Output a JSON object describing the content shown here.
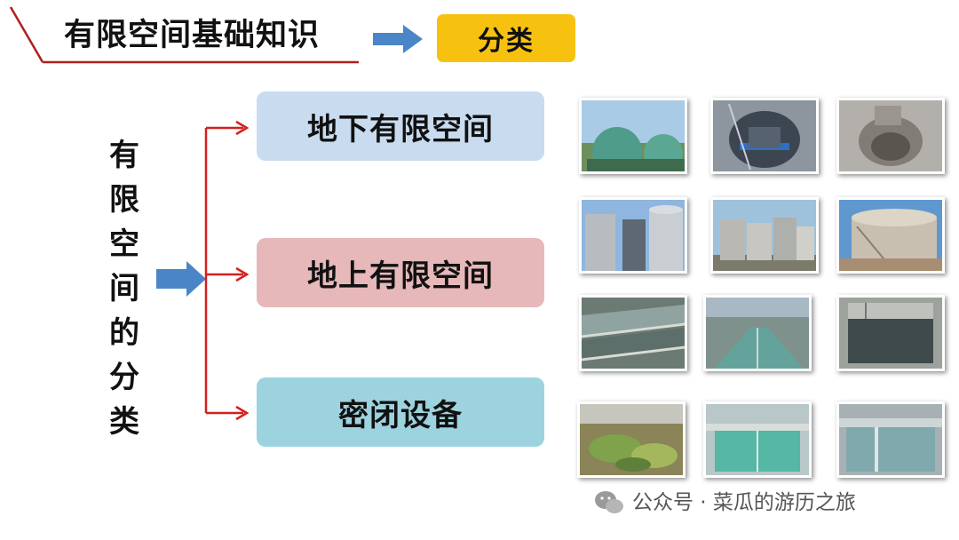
{
  "header": {
    "title": "有限空间基础知识",
    "badge": "分类"
  },
  "side_title": [
    "有",
    "限",
    "空",
    "间",
    "的",
    "分",
    "类"
  ],
  "categories": [
    {
      "label": "地下有限空间",
      "color": "#c8dbef"
    },
    {
      "label": "地上有限空间",
      "color": "#e6b8b9"
    },
    {
      "label": "密闭设备",
      "color": "#9dd3df"
    }
  ],
  "photos": {
    "row1": [
      "spherical-tanks-photo",
      "pit-shaft-photo",
      "manhole-shaft-photo"
    ],
    "row2": [
      "silo-tanks-photo",
      "steel-tanks-photo",
      "storage-tank-photo"
    ],
    "row3": [
      "settling-basin-photo",
      "aeration-basin-photo",
      "concrete-tank-photo"
    ],
    "row4": [
      "sludge-pit-photo",
      "green-water-tank-photo",
      "water-treatment-pool-photo"
    ]
  },
  "watermark": "公众号 · 菜瓜的游历之旅",
  "colors": {
    "accent_red": "#d41f1f",
    "arrow_blue": "#4a86c7",
    "badge_yellow": "#f7c20f"
  }
}
